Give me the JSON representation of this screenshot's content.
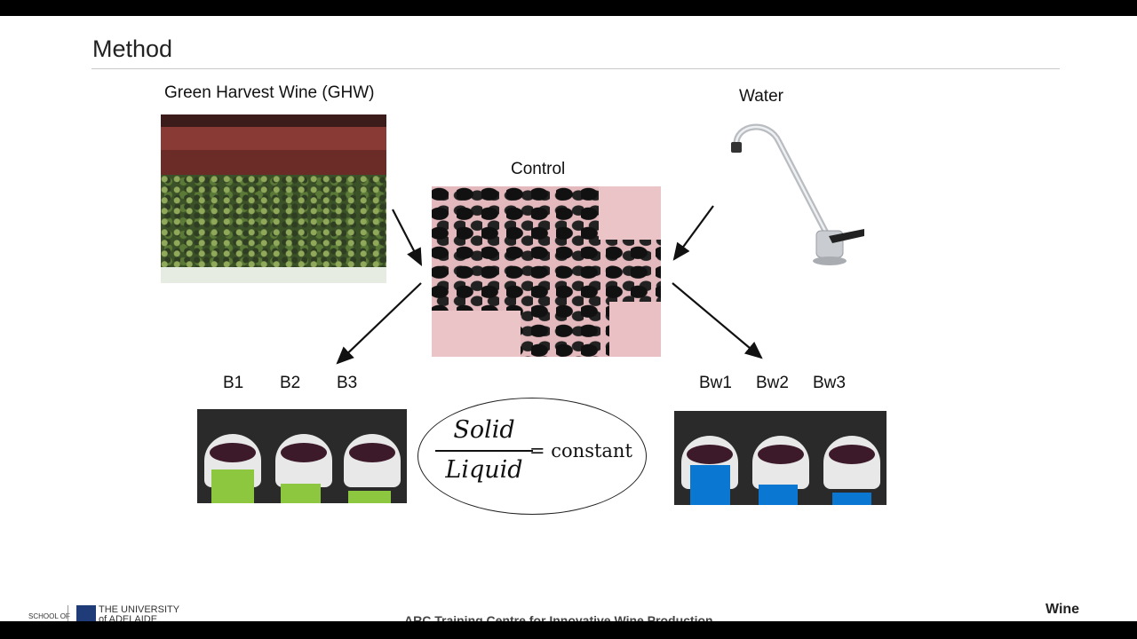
{
  "title": "Method",
  "labels": {
    "ghw": "Green Harvest Wine (GHW)",
    "water": "Water",
    "control": "Control",
    "b1": "B1",
    "b2": "B2",
    "b3": "B3",
    "bw1": "Bw1",
    "bw2": "Bw2",
    "bw3": "Bw3"
  },
  "formula": {
    "numerator": "Solid",
    "denominator": "Liquid",
    "rhs": "= constant"
  },
  "footer": {
    "school_of": "SCHOOL OF",
    "university": "THE UNIVERSITY",
    "adelaide": "of ADELAIDE",
    "centre": "ARC Training Centre for Innovative Wine Production",
    "wine": "Wine"
  },
  "colors": {
    "green_marker": "#8dc63f",
    "blue_marker": "#0a78d2"
  }
}
